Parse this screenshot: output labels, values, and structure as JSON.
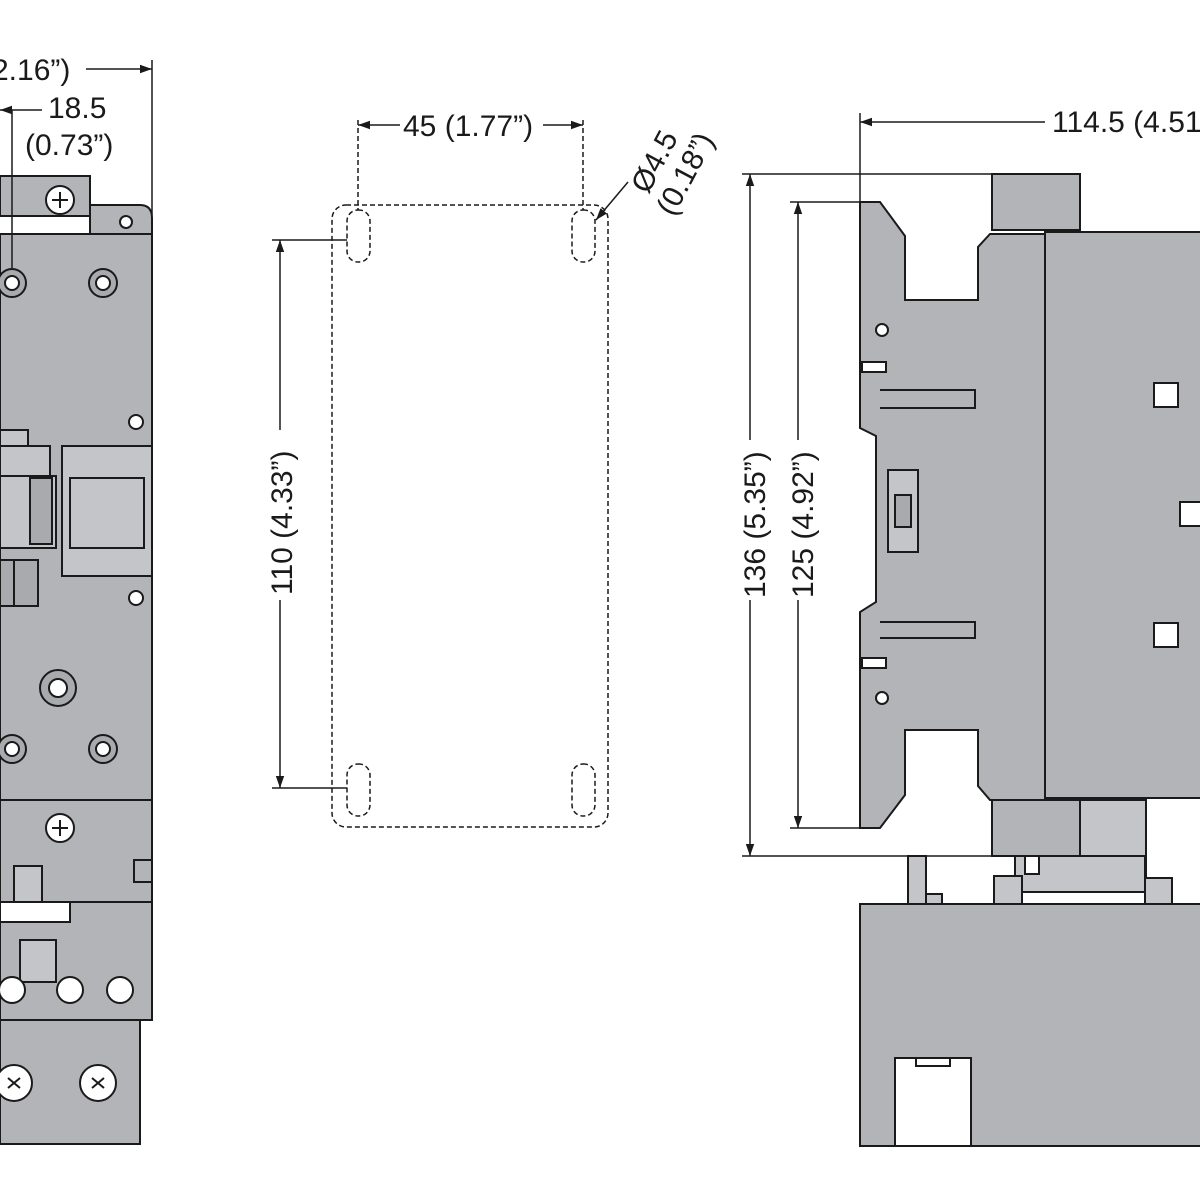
{
  "front_view": {
    "dim_overall_width": "2.16”)",
    "dim_offset": "18.5",
    "dim_offset_inch": "(0.73”)"
  },
  "mounting_template": {
    "dim_hole_spacing_h": "45 (1.77”)",
    "dim_hole_diameter": "Ø4.5",
    "dim_hole_diameter_inch": "(0.18”)",
    "dim_hole_spacing_v": "110 (4.33”)"
  },
  "side_view": {
    "dim_depth": "114.5 (4.51",
    "dim_height_overall": "136 (5.35”)",
    "dim_height_body": "125 (4.92”)"
  }
}
